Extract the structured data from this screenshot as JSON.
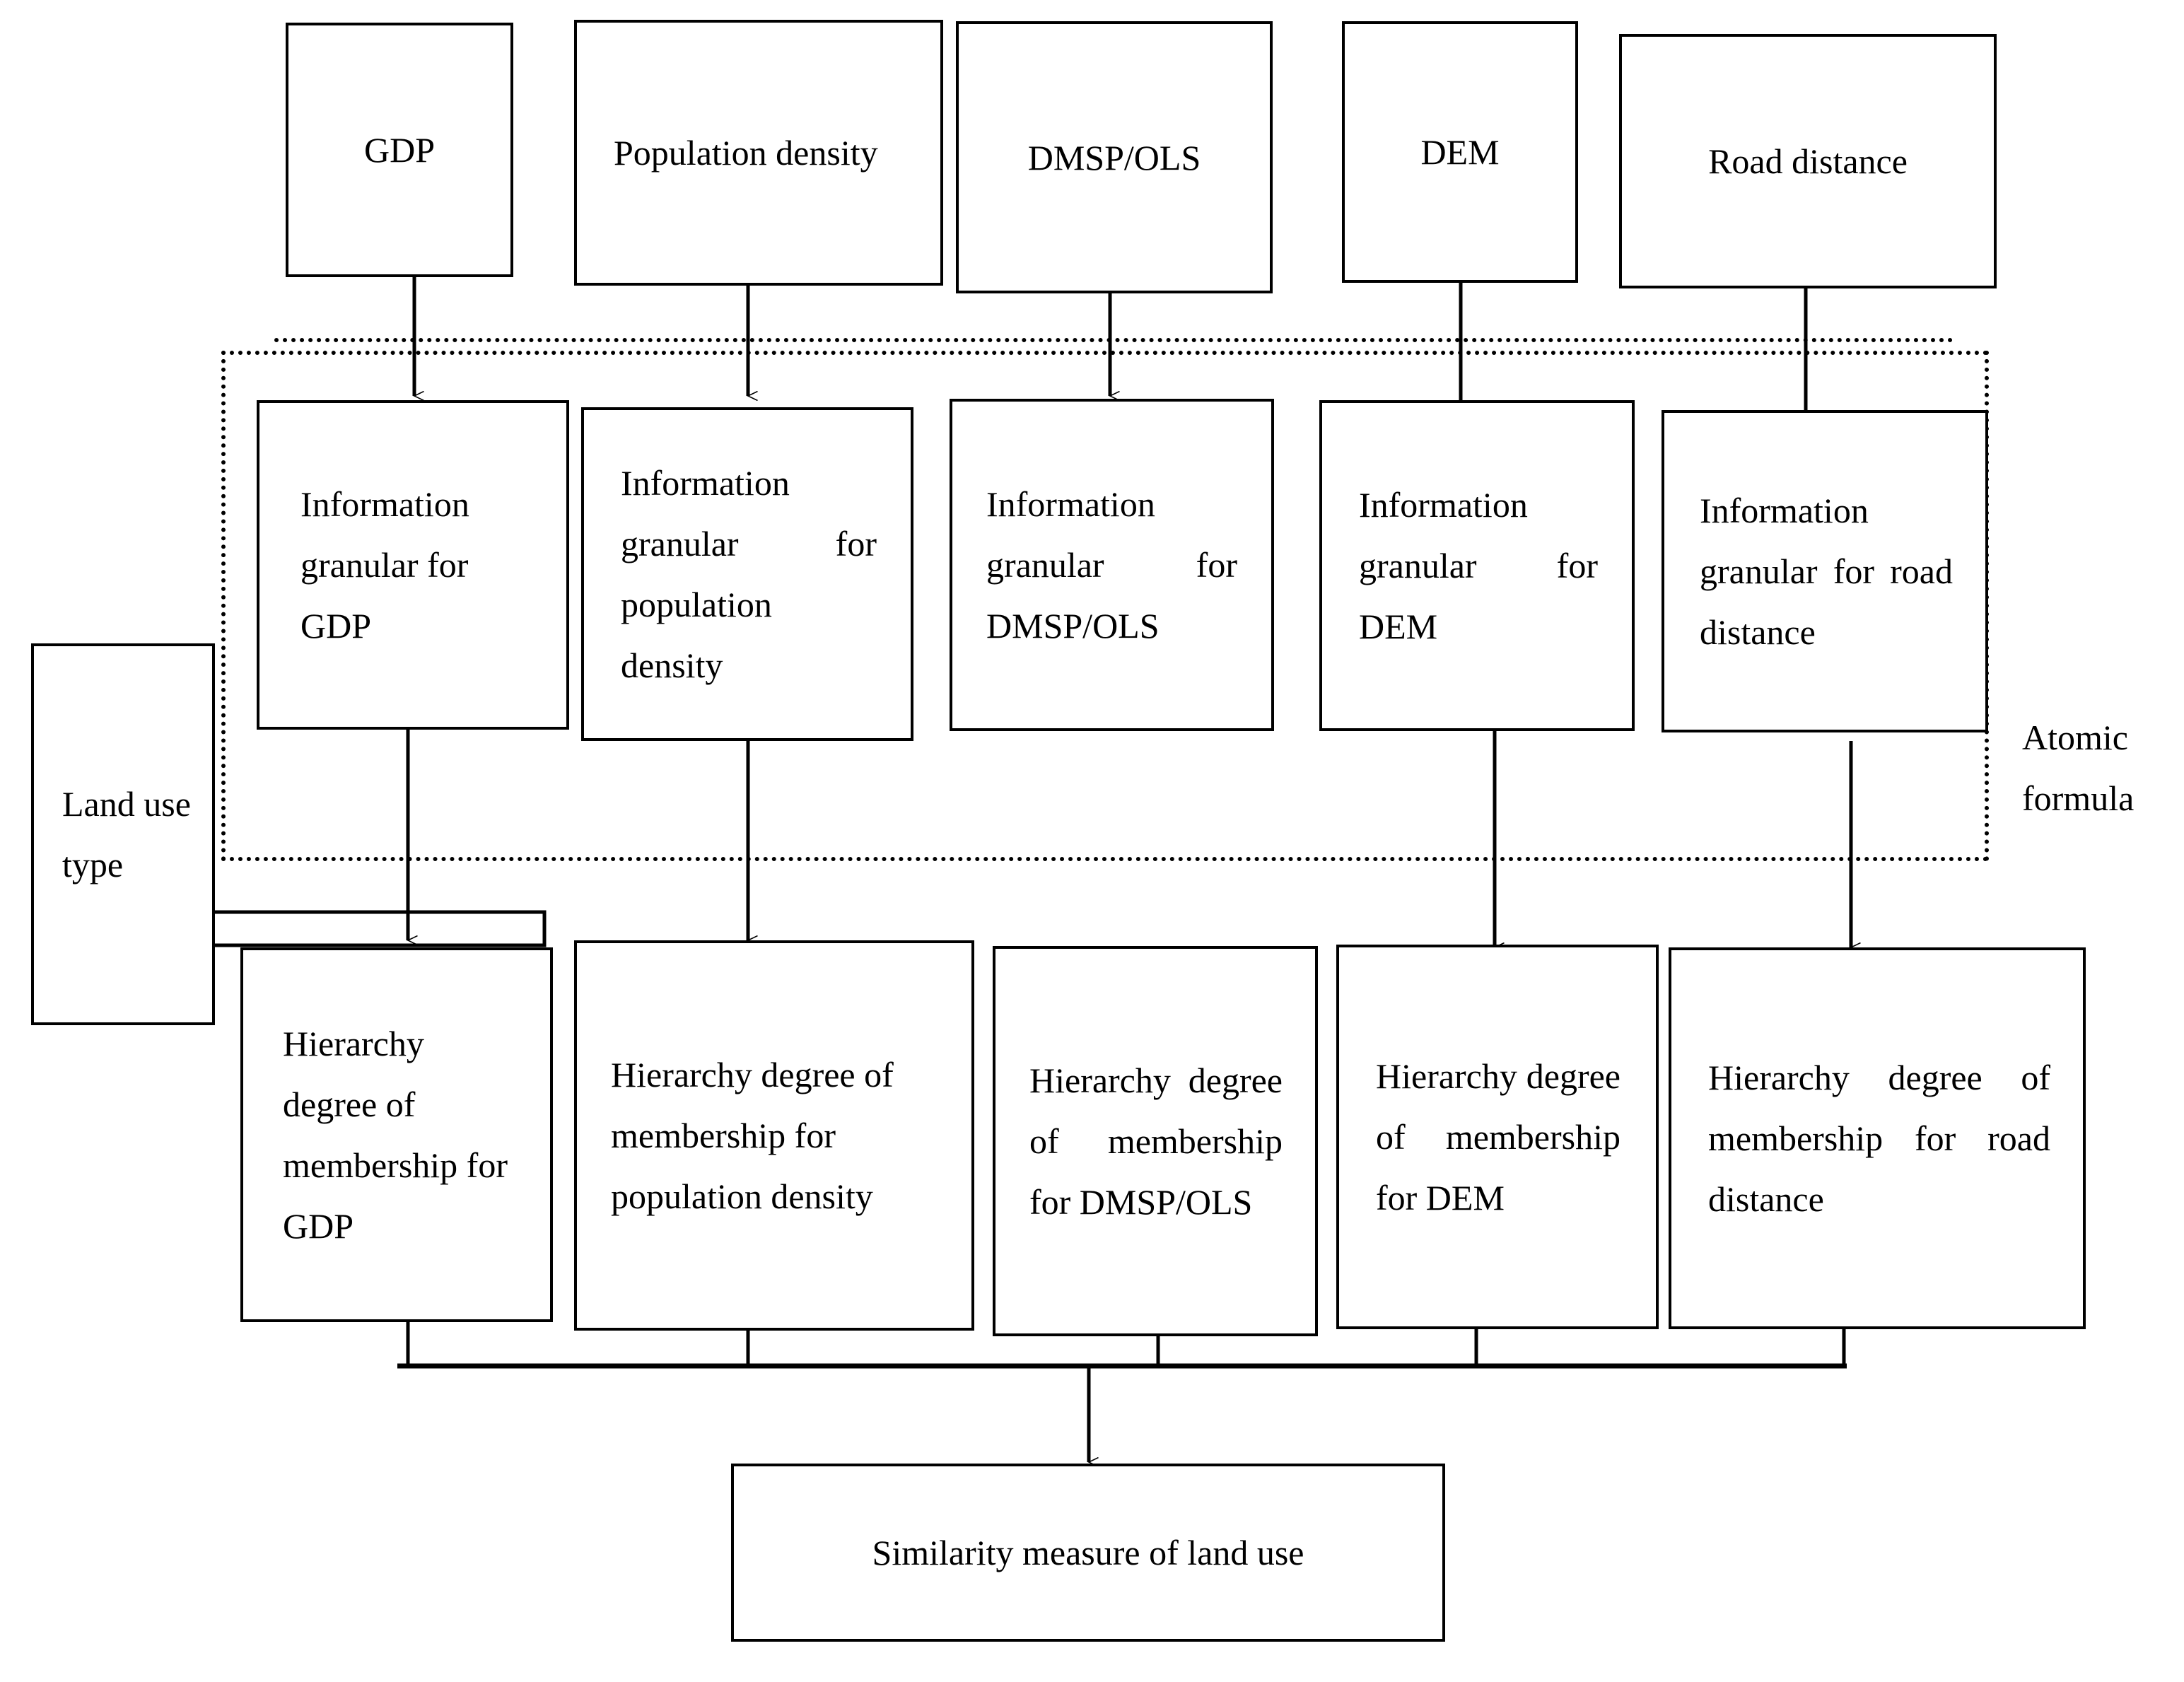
{
  "diagram": {
    "title_label": "Atomic formula",
    "sources": [
      {
        "id": "gdp",
        "label": "GDP"
      },
      {
        "id": "popdensity",
        "label": "Population density"
      },
      {
        "id": "dmspols",
        "label": "DMSP/OLS"
      },
      {
        "id": "dem",
        "label": "DEM"
      },
      {
        "id": "roaddist",
        "label": "Road distance"
      }
    ],
    "granulars": [
      {
        "id": "ig-gdp",
        "label": "Information granular for GDP"
      },
      {
        "id": "ig-popdensity",
        "label": "Information granular for population density"
      },
      {
        "id": "ig-dmspols",
        "label": "Information granular for DMSP/OLS"
      },
      {
        "id": "ig-dem",
        "label": "Information granular for DEM"
      },
      {
        "id": "ig-roaddist",
        "label": "Information granular for road distance"
      }
    ],
    "memberships": [
      {
        "id": "hd-gdp",
        "label": "Hierarchy degree of membership for GDP"
      },
      {
        "id": "hd-popdensity",
        "label": "Hierarchy degree of membership for population density"
      },
      {
        "id": "hd-dmspols",
        "label": "Hierarchy degree of membership for DMSP/OLS"
      },
      {
        "id": "hd-dem",
        "label": "Hierarchy degree of membership for DEM"
      },
      {
        "id": "hd-roaddist",
        "label": "Hierarchy degree of membership for road distance"
      }
    ],
    "land_use_type": {
      "id": "land-use-type",
      "label": "Land use type"
    },
    "output": {
      "id": "similarity-measure",
      "label": "Similarity measure of land use"
    },
    "colors": {
      "stroke": "#000000",
      "background": "#ffffff",
      "text": "#000000"
    }
  }
}
